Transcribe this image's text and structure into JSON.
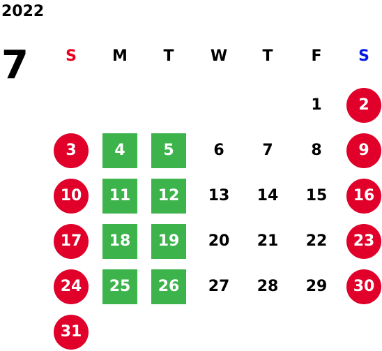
{
  "year": "2022",
  "month": "7",
  "weekdays": [
    "S",
    "M",
    "T",
    "W",
    "T",
    "F",
    "S"
  ],
  "colors": {
    "sunday_header": "#e6001e",
    "saturday_header": "#0019e6",
    "holiday_circle": "#e0002a",
    "green_highlight": "#3cb44b",
    "regular_text": "#000000"
  },
  "weeks": [
    [
      null,
      null,
      null,
      null,
      null,
      "1",
      "2"
    ],
    [
      "3",
      "4",
      "5",
      "6",
      "7",
      "8",
      "9"
    ],
    [
      "10",
      "11",
      "12",
      "13",
      "14",
      "15",
      "16"
    ],
    [
      "17",
      "18",
      "19",
      "20",
      "21",
      "22",
      "23"
    ],
    [
      "24",
      "25",
      "26",
      "27",
      "28",
      "29",
      "30"
    ],
    [
      "31",
      null,
      null,
      null,
      null,
      null,
      null
    ]
  ],
  "red_circle_days": [
    "2",
    "3",
    "9",
    "10",
    "16",
    "17",
    "23",
    "24",
    "30",
    "31"
  ],
  "green_square_days": [
    "4",
    "5",
    "11",
    "12",
    "18",
    "19",
    "25",
    "26"
  ]
}
